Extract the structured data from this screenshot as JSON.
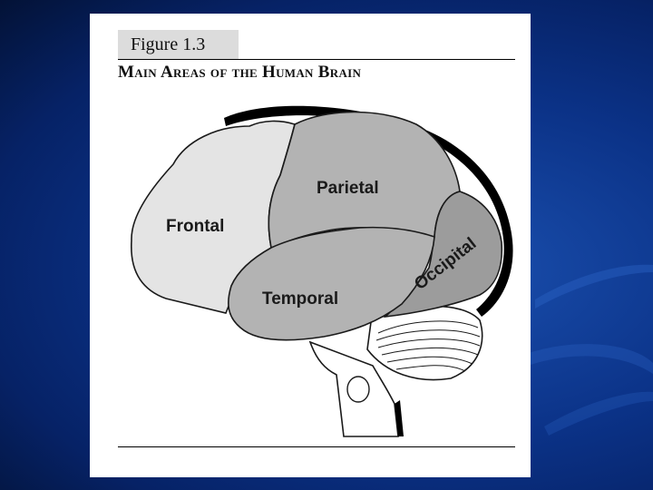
{
  "figure": {
    "number": "Figure 1.3",
    "title": "Main Areas of the Human Brain"
  },
  "regions": {
    "frontal": "Frontal",
    "parietal": "Parietal",
    "temporal": "Temporal",
    "occipital": "Occipital"
  },
  "colors": {
    "background_blue": "#0b3287",
    "card": "#ffffff",
    "frontal_fill": "#e4e4e4",
    "lobe_fill": "#b3b3b3",
    "occipital_fill": "#9c9c9c",
    "outline": "#1a1a1a"
  }
}
